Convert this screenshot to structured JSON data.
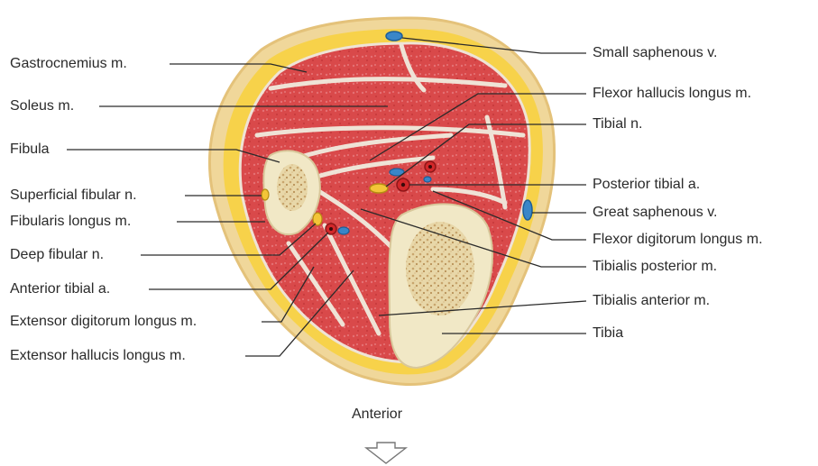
{
  "labels_left": [
    "Gastrocnemius m.",
    "Soleus m.",
    "Fibula",
    "Superficial fibular n.",
    "Fibularis longus m.",
    "Deep fibular n.",
    "Anterior tibial a.",
    "Extensor digitorum longus m.",
    "Extensor hallucis longus m."
  ],
  "labels_right": [
    "Small saphenous v.",
    "Flexor hallucis longus m.",
    "Tibial n.",
    "Posterior tibial a.",
    "Great saphenous v.",
    "Flexor digitorum longus m.",
    "Tibialis posterior m.",
    "Tibialis anterior m.",
    "Tibia"
  ],
  "orientation": {
    "label": "Anterior",
    "arrow": "down-arrow-outline-icon"
  },
  "colors": {
    "skin": "#f0d79a",
    "fat": "#f7d24a",
    "muscle": "#d9494a",
    "muscle_light": "#e6787a",
    "fascia": "#efe3d6",
    "bone_cortex": "#f1e8c6",
    "bone_marrow": "#d2b483",
    "vein": "#3a86c8",
    "artery": "#d2282a",
    "nerve": "#f3c538",
    "leader": "#2a2a2a"
  }
}
